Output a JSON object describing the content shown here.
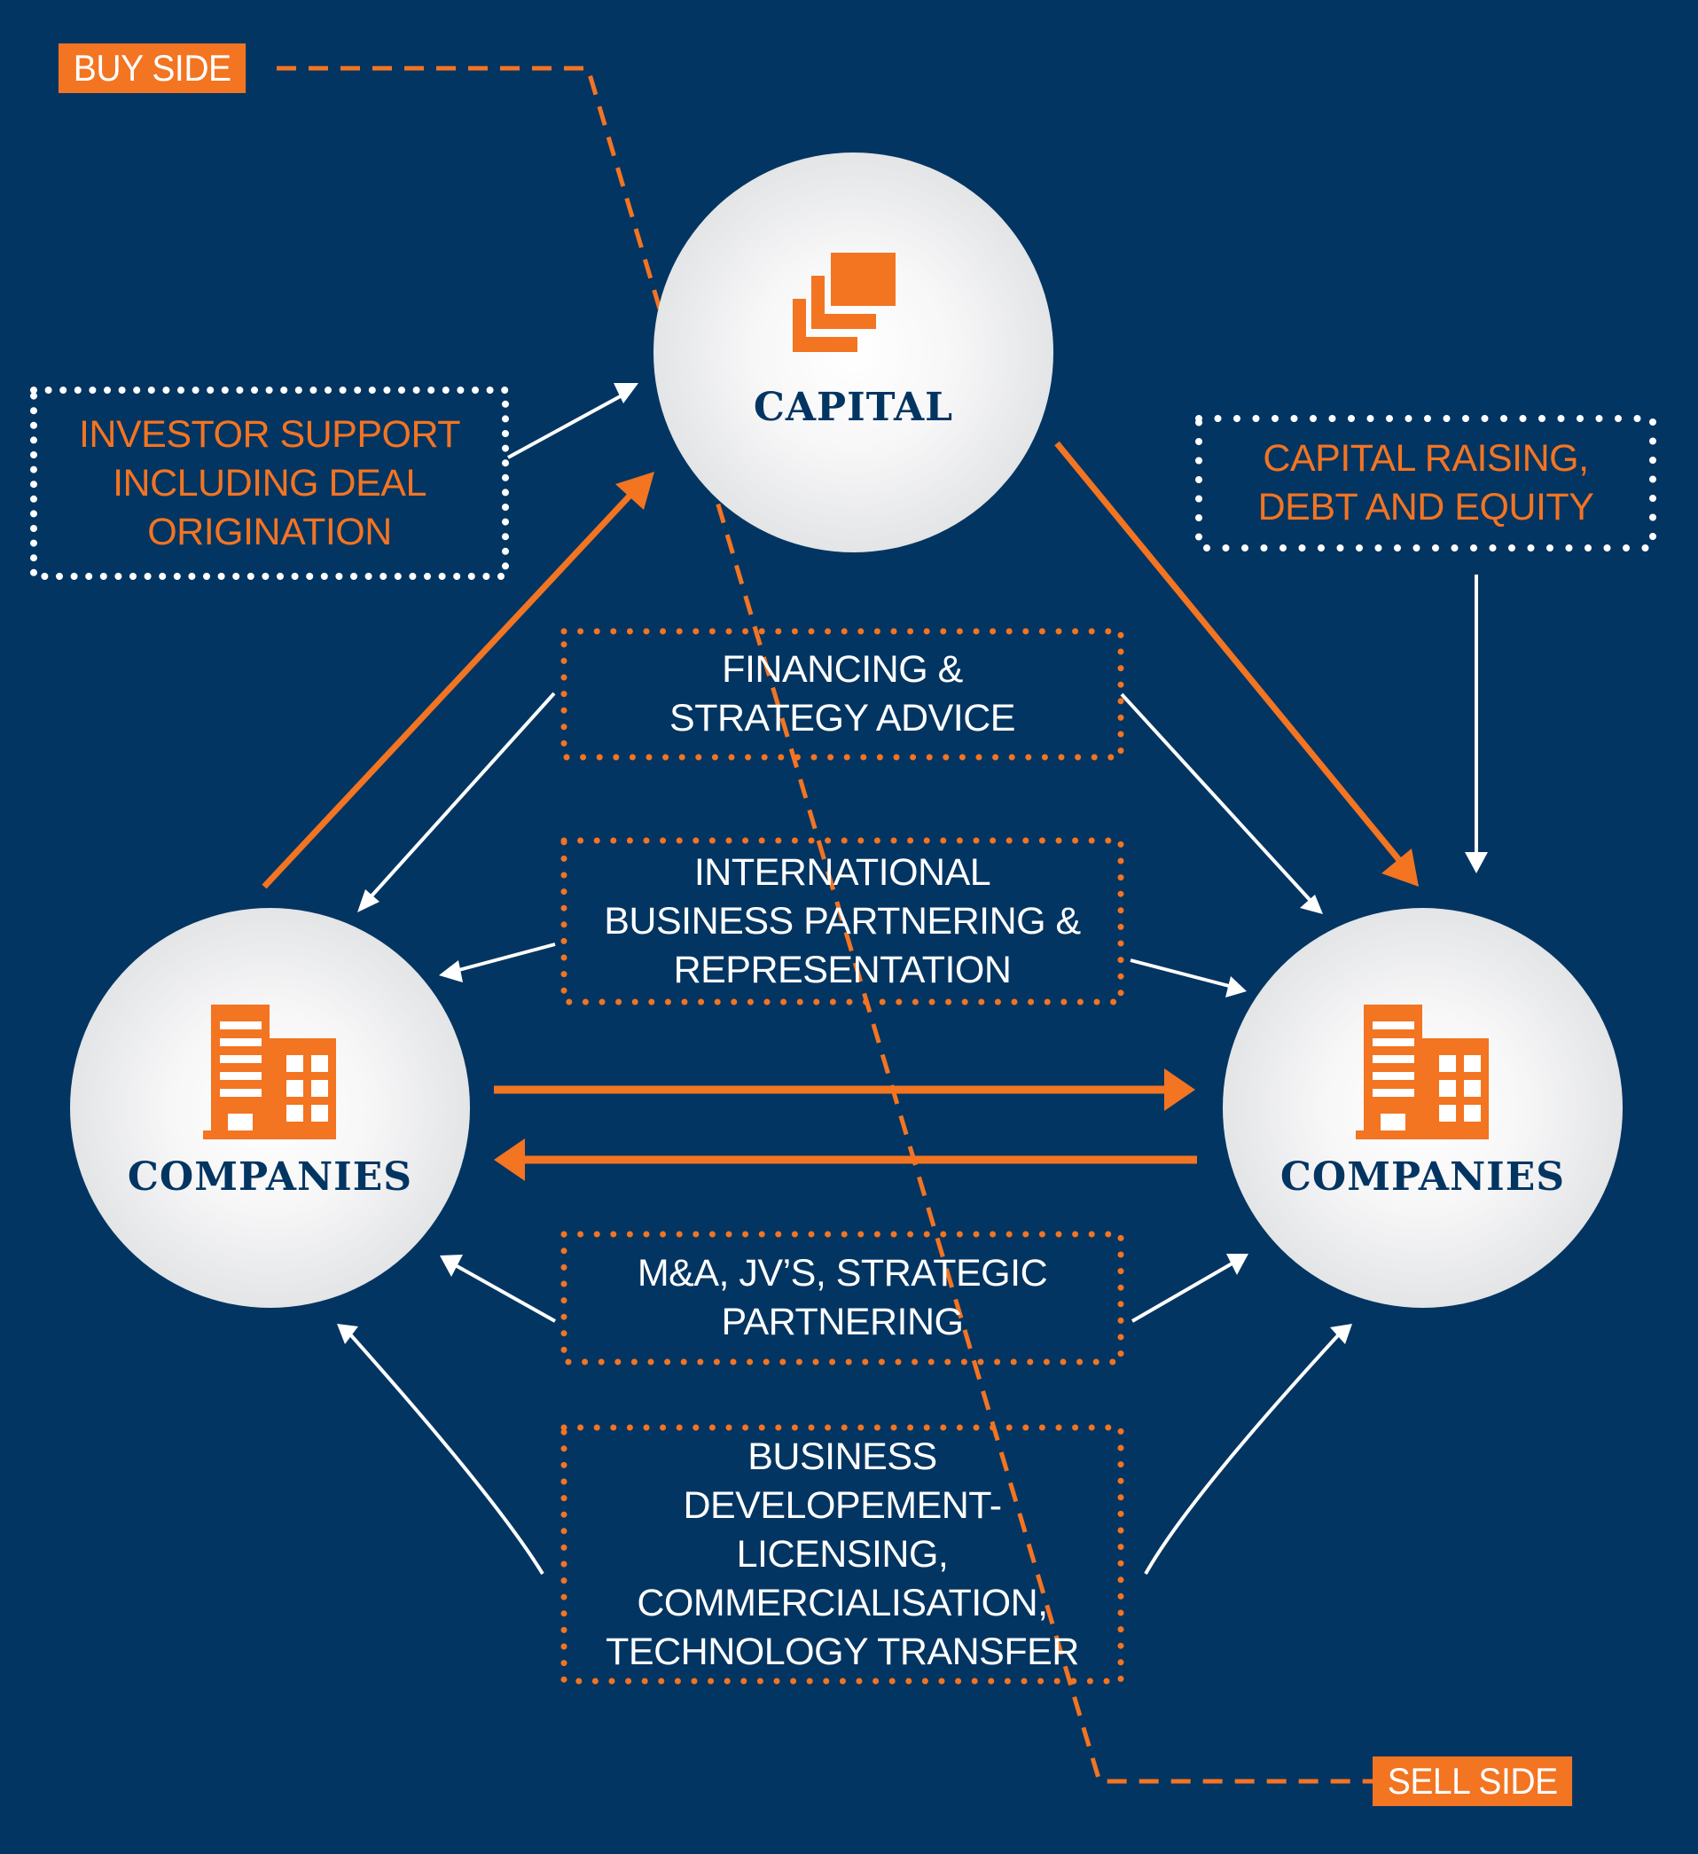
{
  "colors": {
    "background": "#033562",
    "accent": "#f37421",
    "text_light": "#ffffff",
    "node_text": "#033562"
  },
  "tags": {
    "buy_side": "BUY SIDE",
    "sell_side": "SELL SIDE"
  },
  "nodes": {
    "capital": {
      "label": "CAPITAL",
      "icon": "stacked-layers-icon"
    },
    "companies_left": {
      "label": "COMPANIES",
      "icon": "office-building-icon"
    },
    "companies_right": {
      "label": "COMPANIES",
      "icon": "office-building-icon"
    }
  },
  "boxes": {
    "investor_support": {
      "lines": [
        "INVESTOR SUPPORT",
        "INCLUDING DEAL",
        "ORIGINATION"
      ]
    },
    "capital_raising": {
      "lines": [
        "CAPITAL RAISING,",
        "DEBT AND EQUITY"
      ]
    },
    "financing": {
      "lines": [
        "FINANCING &",
        "STRATEGY ADVICE"
      ]
    },
    "international": {
      "lines": [
        "INTERNATIONAL",
        "BUSINESS PARTNERING &",
        "REPRESENTATION"
      ]
    },
    "mna": {
      "lines": [
        "M&A, JV’S, STRATEGIC",
        "PARTNERING"
      ]
    },
    "business_dev": {
      "lines": [
        "BUSINESS",
        "DEVELOPEMENT-",
        "LICENSING,",
        "COMMERCIALISATION,",
        "TECHNOLOGY TRANSFER"
      ]
    }
  }
}
